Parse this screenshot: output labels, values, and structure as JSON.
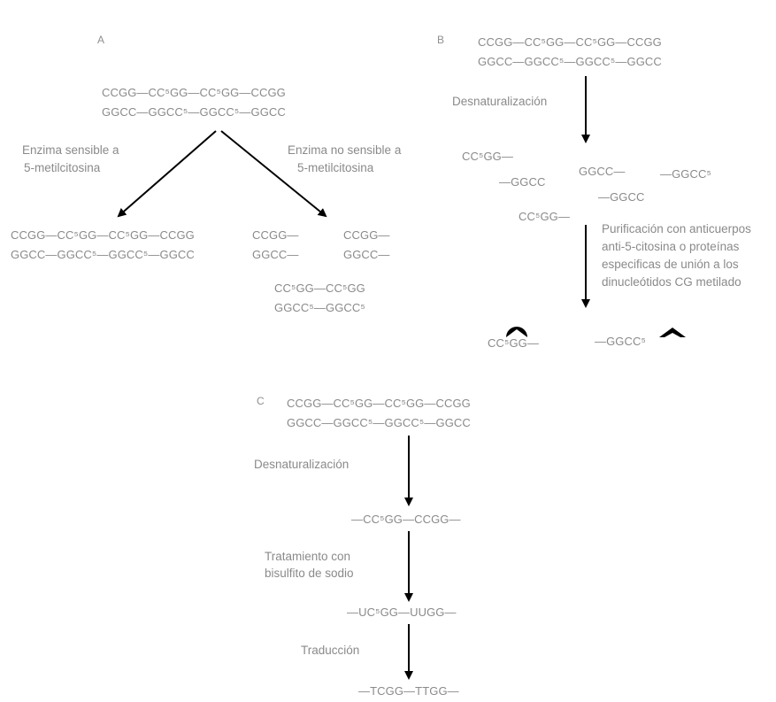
{
  "panel_a": {
    "label": "A",
    "seq_top": "CCGG—CC⁵GG—CC⁵GG—CCGG",
    "seq_bot": "GGCC—GGCC⁵—GGCC⁵—GGCC",
    "left_label_1": "Enzima sensible a",
    "left_label_2": "5-metilcitosina",
    "right_label_1": "Enzima no sensible a",
    "right_label_2": "5-metilcitosina",
    "left_result_top": "CCGG—CC⁵GG—CC⁵GG—CCGG",
    "left_result_bot": "GGCC—GGCC⁵—GGCC⁵—GGCC",
    "frag1_top": "CCGG—",
    "frag1_bot": "GGCC—",
    "frag2_top": "CCGG—",
    "frag2_bot": "GGCC—",
    "frag3_top": "CC⁵GG—CC⁵GG",
    "frag3_bot": "GGCC⁵—GGCC⁵"
  },
  "panel_b": {
    "label": "B",
    "seq_top": "CCGG—CC⁵GG—CC⁵GG—CCGG",
    "seq_bot": "GGCC—GGCC⁵—GGCC⁵—GGCC",
    "step1": "Desnaturalización",
    "f1": "CC⁵GG—",
    "f2": "—GGCC",
    "f3": "GGCC—",
    "f4": "—GGCC",
    "f5": "—GGCC⁵",
    "f6": "CC⁵GG—",
    "step2": "Purificación con anticuerpos anti-5-citosina o proteínas especificas de unión a los dinucleótidos CG metilado",
    "bound1": "CC⁵GG—",
    "bound2": "—GGCC⁵"
  },
  "panel_c": {
    "label": "C",
    "seq_top": "CCGG—CC⁵GG—CC⁵GG—CCGG",
    "seq_bot": "GGCC—GGCC⁵—GGCC⁵—GGCC",
    "step1": "Desnaturalización",
    "r1": "—CC⁵GG—CCGG—",
    "step2_1": "Tratamiento con",
    "step2_2": "bisulfito de sodio",
    "r2": "—UC⁵GG—UUGG—",
    "step3": "Traducción",
    "r3": "—TCGG—TTGG—"
  }
}
